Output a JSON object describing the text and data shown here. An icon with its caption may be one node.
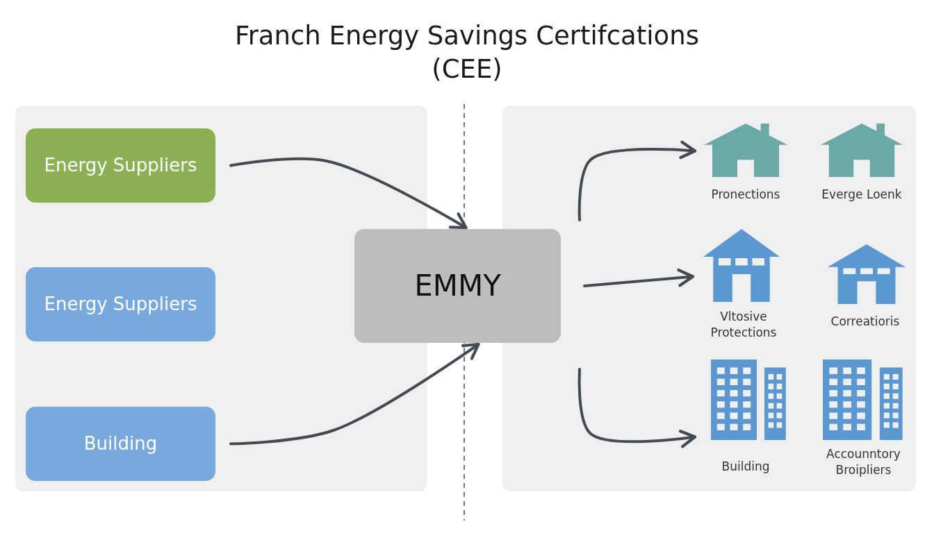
{
  "diagram": {
    "title": "Franch Energy Savings Certifcations (CEE)",
    "nodes": [
      {
        "text": [
          "Energy Suppliers"
        ]
      },
      {
        "text": [
          "Energy Suppliers"
        ]
      },
      {
        "text": [
          "Building"
        ]
      },
      {
        "text": [
          "EMMY"
        ]
      },
      {
        "text": [
          "Pronections"
        ]
      },
      {
        "text": [
          "Everge Loenk"
        ]
      },
      {
        "text": [
          "Vltosive Protections"
        ]
      },
      {
        "text": [
          "Correatioris"
        ]
      },
      {
        "text": [
          "Building"
        ]
      },
      {
        "text": [
          "Accounntory Broipliers"
        ]
      }
    ],
    "edges": [
      {
        "from": 0,
        "to": 3,
        "arrow": "to"
      },
      {
        "from": 2,
        "to": 3,
        "arrow": "to"
      },
      {
        "from": 3,
        "to": 4,
        "arrow": "to"
      },
      {
        "from": 3,
        "to": 6,
        "arrow": "to"
      },
      {
        "from": 3,
        "to": 8,
        "arrow": "to"
      }
    ]
  }
}
